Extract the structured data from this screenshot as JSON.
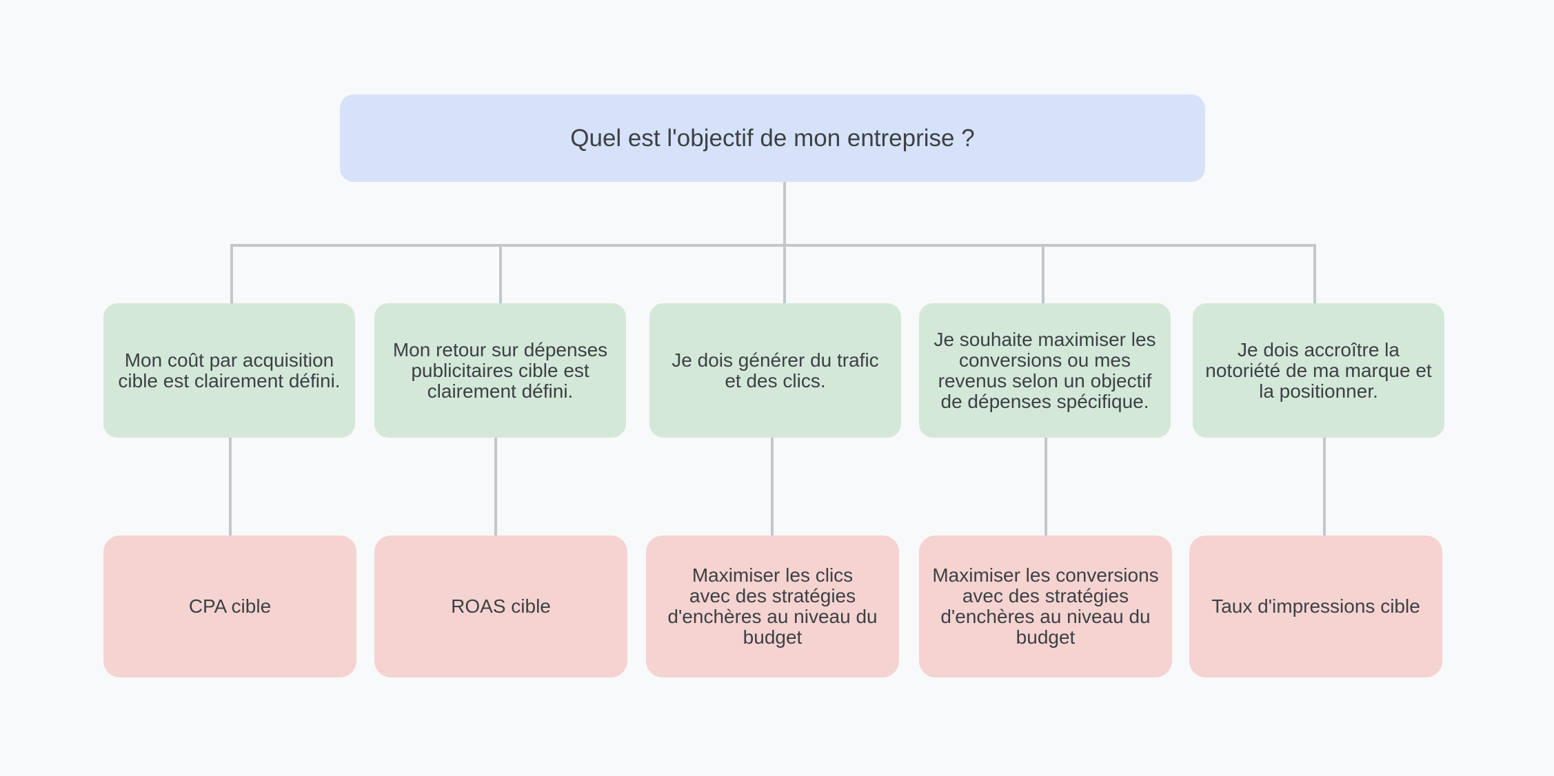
{
  "root": {
    "label": "Quel est l'objectif de mon entreprise ?"
  },
  "questions": [
    {
      "label": "Mon coût par acquisition\ncible est clairement défini."
    },
    {
      "label": "Mon retour sur dépenses\npublicitaires cible est\nclairement défini."
    },
    {
      "label": "Je dois générer du trafic\net des clics."
    },
    {
      "label": "Je souhaite maximiser les\nconversions ou mes\nrevenus selon un objectif\nde dépenses spécifique."
    },
    {
      "label": "Je dois accroître la\nnotoriété de ma marque et\nla positionner."
    }
  ],
  "answers": [
    {
      "label": "CPA cible"
    },
    {
      "label": "ROAS cible"
    },
    {
      "label": "Maximiser les clics\navec des stratégies\nd'enchères au niveau du\nbudget"
    },
    {
      "label": "Maximiser les conversions\navec des stratégies\nd'enchères au niveau du\nbudget"
    },
    {
      "label": "Taux d'impressions cible"
    }
  ],
  "colors": {
    "background": "#f8f9fa",
    "root_fill": "#d6e2f9",
    "question_fill": "#d4e8d9",
    "answer_fill": "#f5d3d1",
    "connector": "#c4c7c9",
    "text": "#3c4043"
  }
}
